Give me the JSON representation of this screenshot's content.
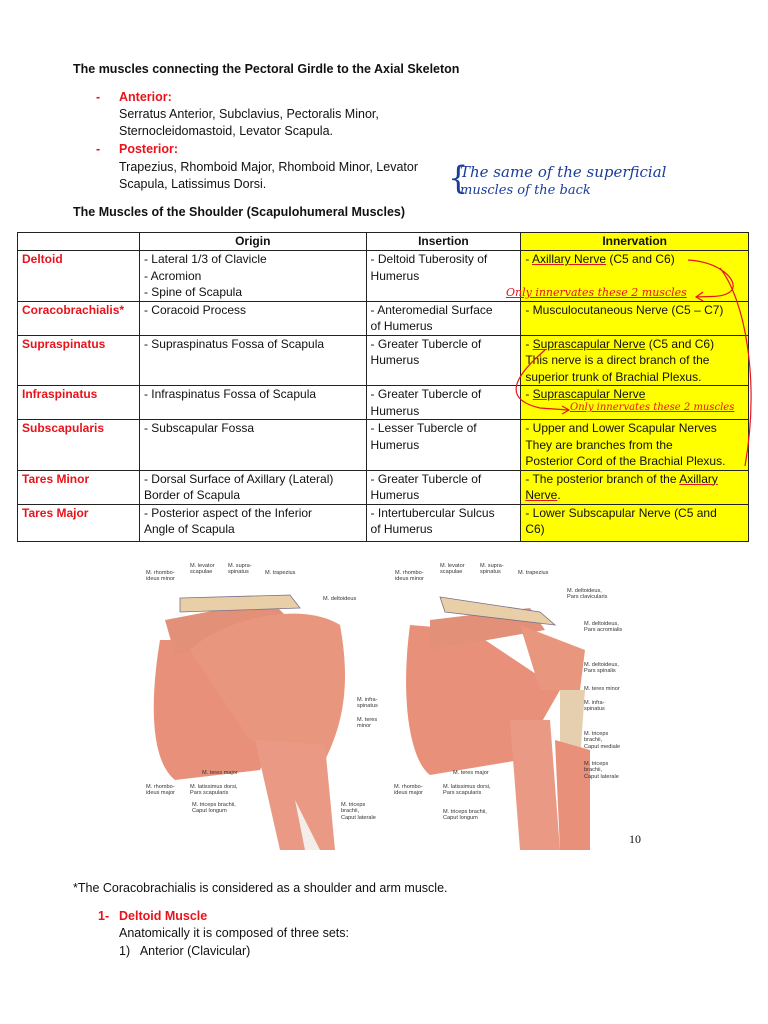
{
  "heading1": "The muscles connecting the Pectoral Girdle to the Axial Skeleton",
  "anterior": {
    "bullet": "-",
    "label": "Anterior:",
    "line1": "Serratus Anterior, Subclavius, Pectoralis Minor,",
    "line2": "Sternocleidomastoid, Levator Scapula."
  },
  "posterior": {
    "bullet": "-",
    "label": "Posterior:",
    "line1": "Trapezius, Rhomboid Major, Rhomboid Minor, Levator",
    "line2": "Scapula, Latissimus Dorsi."
  },
  "handnote_blue": {
    "line1": "The same of the superficial",
    "line2": "muscles of the back"
  },
  "heading2": "The Muscles of the Shoulder (Scapulohumeral Muscles)",
  "table": {
    "headers": [
      "",
      "Origin",
      "Insertion",
      "Innervation"
    ],
    "rows": [
      {
        "muscle": "Deltoid",
        "origin": [
          "- Lateral 1/3 of Clavicle",
          "- Acromion",
          "- Spine of Scapula"
        ],
        "insertion": [
          "- Deltoid Tuberosity of",
          "Humerus"
        ],
        "innervation_pre": "- ",
        "innervation_ul": "Axillary Nerve",
        "innervation_post": " (C5 and C6)"
      },
      {
        "muscle": "Coracobrachialis*",
        "origin": [
          "- Coracoid Process"
        ],
        "insertion": [
          "- Anteromedial Surface",
          "of Humerus"
        ],
        "innervation_pre": "- Musculocutaneous Nerve (C5 – C7)",
        "innervation_ul": "",
        "innervation_post": ""
      },
      {
        "muscle": "Supraspinatus",
        "origin": [
          "- Supraspinatus Fossa of Scapula"
        ],
        "insertion": [
          "- Greater Tubercle of",
          "Humerus"
        ],
        "innervation_pre": "- ",
        "innervation_ul": "Suprascapular Nerve",
        "innervation_post": " (C5 and C6)",
        "innervation_extra": [
          "This nerve is a direct branch of the",
          "superior trunk of Brachial Plexus."
        ]
      },
      {
        "muscle": "Infraspinatus",
        "origin": [
          "- Infraspinatus Fossa of Scapula"
        ],
        "insertion": [
          "- Greater Tubercle of",
          "Humerus"
        ],
        "innervation_pre": "- ",
        "innervation_ul": "Suprascapular Nerve",
        "innervation_post": ""
      },
      {
        "muscle": "Subscapularis",
        "origin": [
          "- Subscapular Fossa"
        ],
        "insertion": [
          "- Lesser Tubercle of",
          "Humerus"
        ],
        "innervation_pre": "- Upper and Lower Scapular Nerves",
        "innervation_ul": "",
        "innervation_post": "",
        "innervation_extra": [
          "They are branches from the",
          "Posterior Cord of the Brachial Plexus."
        ]
      },
      {
        "muscle": "Tares Minor",
        "origin": [
          "- Dorsal Surface of Axillary (Lateral)",
          "Border of Scapula"
        ],
        "insertion": [
          "- Greater Tubercle of",
          "Humerus"
        ],
        "innervation_pre": "- The posterior branch of the ",
        "innervation_ul": "Axillary",
        "innervation_post": "",
        "innervation_extra_ul": "Nerve",
        "innervation_extra_post": "."
      },
      {
        "muscle": "Tares Major",
        "origin": [
          "- Posterior aspect of the Inferior",
          "Angle of Scapula"
        ],
        "insertion": [
          "- Intertubercular Sulcus",
          "of Humerus"
        ],
        "innervation_pre": "- Lower Subscapular Nerve (C5 and",
        "innervation_ul": "",
        "innervation_post": "",
        "innervation_extra": [
          "C6)"
        ]
      }
    ]
  },
  "handnote_red": [
    "Only innervates these 2 muscles",
    "Only innervates these 2 muscles"
  ],
  "figure_left_labels": [
    "M. rhombo-\nideus minor",
    "M. levator\nscapulae",
    "M. supra-\nspinatus",
    "M. trapezius",
    "M. deltoideus",
    "M. infra-\nspinatus",
    "M. teres\nminor",
    "M. teres major",
    "M. rhombo-\nideus major",
    "M. latissimus dorsi,\nPars scapularis",
    "M. triceps brachii,\nCaput longum",
    "M. triceps\nbrachii,\nCaput laterale"
  ],
  "figure_right_labels": [
    "M. rhombo-\nideus minor",
    "M. levator\nscapulae",
    "M. supra-\nspinatus",
    "M. trapezius",
    "M. deltoideus,\nPars clavicularis",
    "M. deltoideus,\nPars acromialis",
    "M. deltoideus,\nPars spinalis",
    "M. teres minor",
    "M. infra-\nspinatus",
    "M. triceps\nbrachii,\nCaput mediale",
    "M. triceps\nbrachii,\nCaput laterale",
    "M. teres major",
    "M. rhombo-\nideus major",
    "M. latissimus dorsi,\nPars scapularis",
    "M. triceps brachii,\nCaput longum"
  ],
  "figure_page_number": "10",
  "footnote": "*The Coracobrachialis is considered as a shoulder and arm muscle.",
  "section1": {
    "number": "1-",
    "title": "Deltoid Muscle",
    "line1": "Anatomically it is composed of three sets:",
    "item1": "1)   Anterior (Clavicular)"
  },
  "colors": {
    "red": "#e8131b",
    "highlight": "#ffff00",
    "handwriting_blue": "#1a3d9c",
    "muscle": "#e8907a"
  }
}
